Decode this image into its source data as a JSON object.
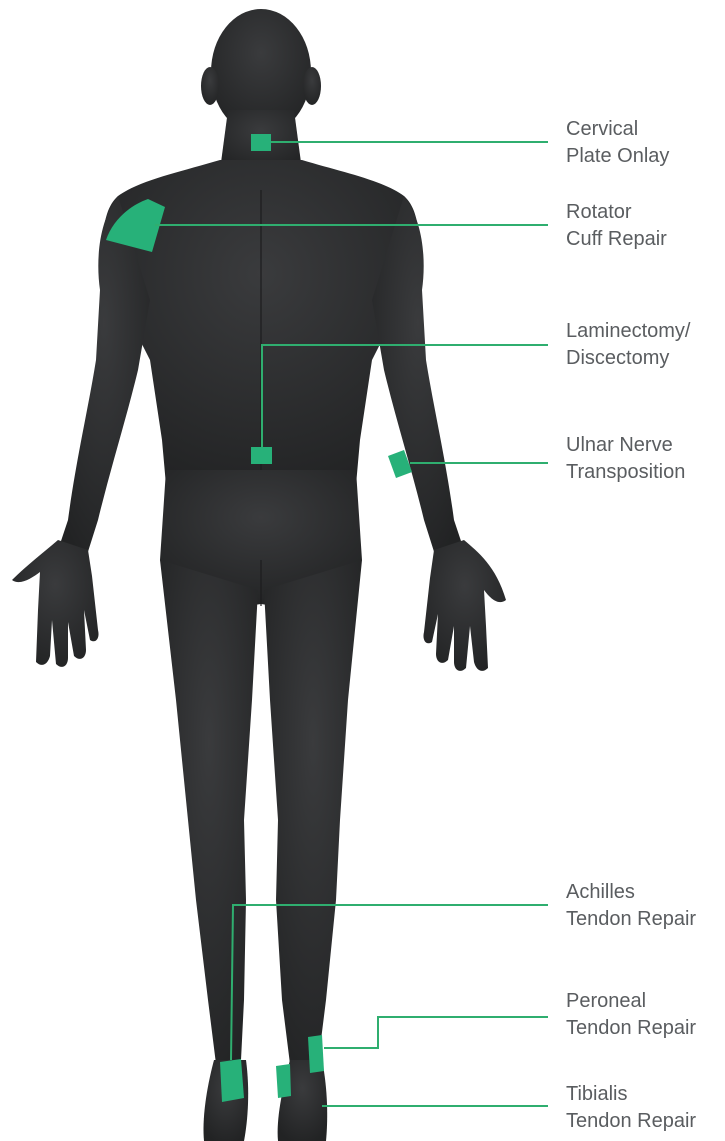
{
  "colors": {
    "body": "#2e2f31",
    "body_shade": "#232425",
    "highlight": "#27b179",
    "leader_line": "#2fae6f",
    "label_text": "#5a5d60"
  },
  "annotations": [
    {
      "id": "cervical",
      "lines": [
        "Cervical",
        "Plate Onlay"
      ]
    },
    {
      "id": "rotator",
      "lines": [
        "Rotator",
        "Cuff Repair"
      ]
    },
    {
      "id": "laminectomy",
      "lines": [
        "Laminectomy/",
        "Discectomy"
      ]
    },
    {
      "id": "ulnar",
      "lines": [
        "Ulnar Nerve",
        "Transposition"
      ]
    },
    {
      "id": "achilles",
      "lines": [
        "Achilles",
        "Tendon Repair"
      ]
    },
    {
      "id": "peroneal",
      "lines": [
        "Peroneal",
        "Tendon Repair"
      ]
    },
    {
      "id": "tibialis",
      "lines": [
        "Tibialis",
        "Tendon Repair"
      ]
    }
  ]
}
